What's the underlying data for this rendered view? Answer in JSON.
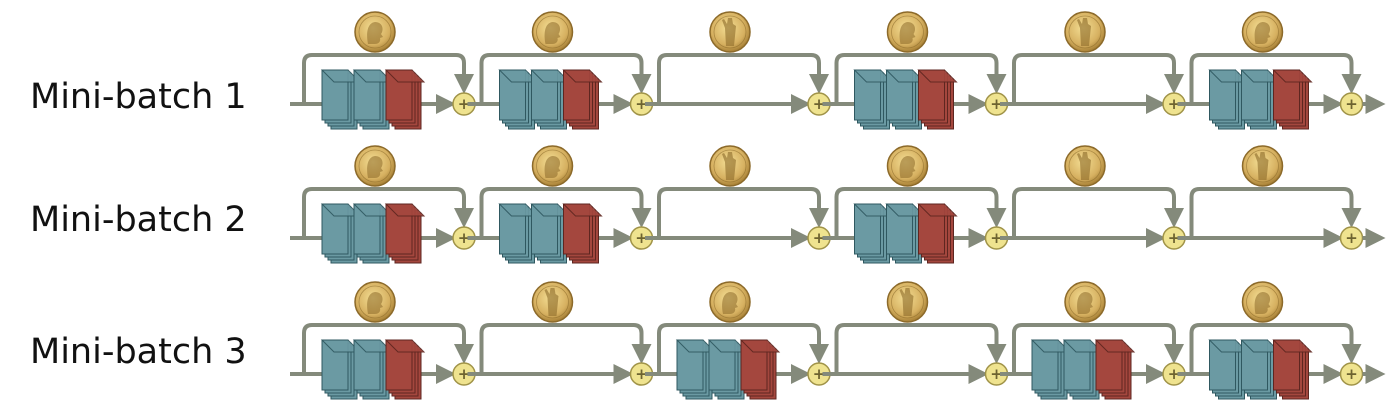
{
  "rows": [
    {
      "label": "Mini-batch 1",
      "blocks": [
        "heads",
        "heads",
        "tails",
        "heads",
        "tails",
        "heads"
      ]
    },
    {
      "label": "Mini-batch 2",
      "blocks": [
        "heads",
        "heads",
        "tails",
        "heads",
        "tails",
        "tails"
      ]
    },
    {
      "label": "Mini-batch 3",
      "blocks": [
        "heads",
        "tails",
        "heads",
        "tails",
        "heads",
        "heads"
      ]
    }
  ],
  "add_symbol": "+",
  "colors": {
    "path": "#848a7b",
    "layer_teal": "#6b9aa3",
    "layer_teal_dark": "#2f5860",
    "layer_red": "#a4473e",
    "layer_red_dark": "#5e2620",
    "coin_gold": "#d9b867",
    "coin_dark": "#8c6a2a",
    "add_node": "#efe38f",
    "add_node_border": "#a09348"
  },
  "icons": {
    "coin_heads": "coin-heads-icon",
    "coin_tails": "coin-tails-icon",
    "add_node": "plus-icon"
  }
}
